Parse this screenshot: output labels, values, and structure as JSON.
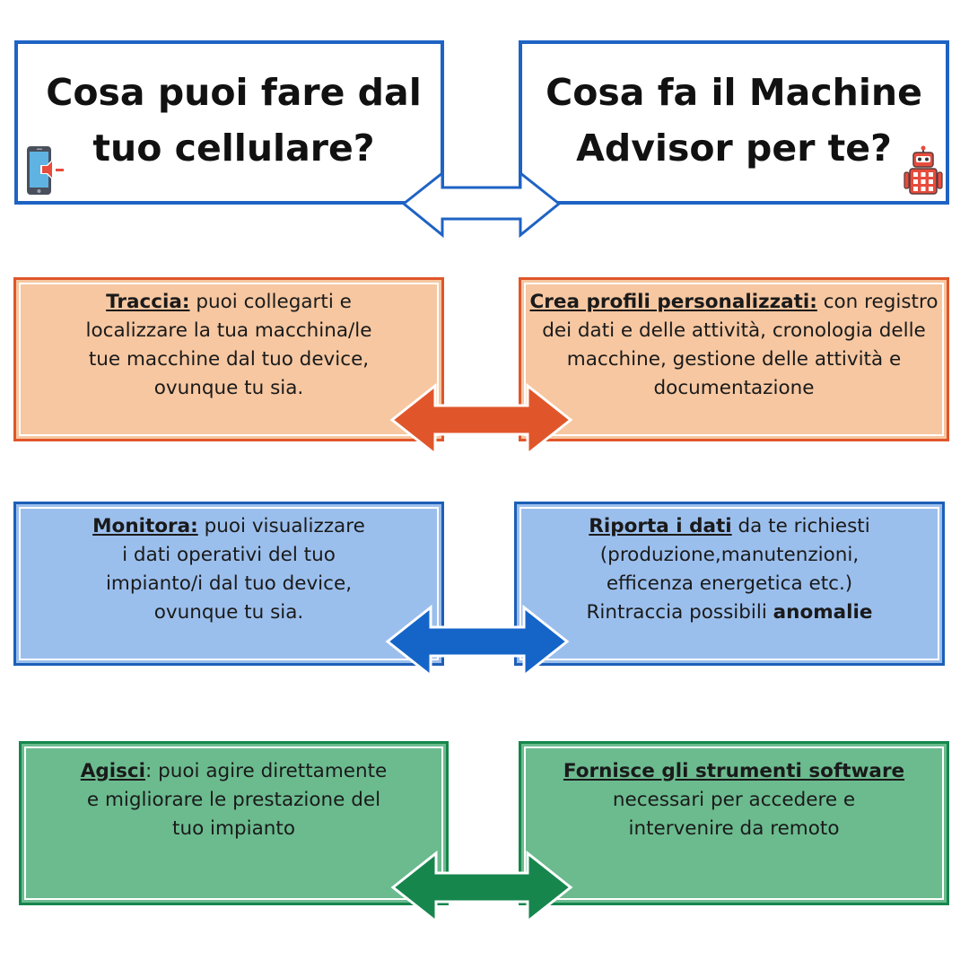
{
  "header": {
    "left_line1": "Cosa puoi fare dal",
    "left_line2": "tuo cellulare?",
    "right_line1": "Cosa fa il Machine",
    "right_line2": "Advisor per te?"
  },
  "rows": [
    {
      "left": {
        "label": "Traccia:",
        "lines": [
          " puoi collegarti e",
          "localizzare la tua macchina/le",
          "tue macchine dal tuo device,",
          "ovunque tu sia."
        ]
      },
      "right": {
        "label": "Crea profili personalizzati:",
        "lines": [
          " con registro",
          "dei dati e delle attività, cronologia delle",
          "macchine, gestione delle attività e",
          "documentazione"
        ]
      }
    },
    {
      "left": {
        "label": "Monitora:",
        "lines": [
          " puoi visualizzare",
          "i dati operativi del tuo",
          "impianto/i dal tuo device,",
          "ovunque tu sia."
        ]
      },
      "right": {
        "label": "Riporta i dati",
        "lines": [
          " da te richiesti",
          "(produzione,manutenzioni,",
          "efficenza energetica etc.)",
          "Rintraccia possibili "
        ],
        "bold_end": "anomalie"
      }
    },
    {
      "left": {
        "label": "Agisci",
        "lines": [
          ": puoi agire direttamente",
          "e migliorare le prestazione del",
          "tuo impianto"
        ]
      },
      "right": {
        "label": "Fornisce gli strumenti software",
        "lines": [
          "necessari per accedere e",
          "intervenire da remoto"
        ]
      }
    }
  ],
  "colors": {
    "header_border": "#1e63c4",
    "row1_fill": "#f6c7a1",
    "row1_border": "#e0562a",
    "row1_arrow": "#e0562a",
    "row2_fill": "#9bbfed",
    "row2_border": "#1d5fb8",
    "row2_arrow": "#1565c9",
    "row3_fill": "#6bbb8f",
    "row3_border": "#16864d",
    "row3_arrow": "#16864d"
  },
  "icons": {
    "left_header": "phone-speaker-icon",
    "right_header": "robot-icon"
  }
}
